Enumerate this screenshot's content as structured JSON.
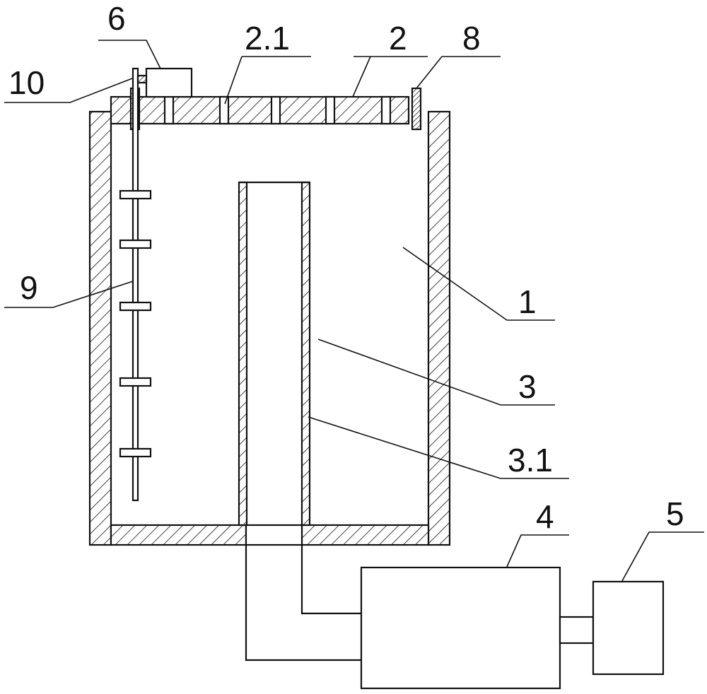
{
  "labels": {
    "l1": "1",
    "l2": "2",
    "l2_1": "2.1",
    "l3": "3",
    "l3_1": "3.1",
    "l4": "4",
    "l5": "5",
    "l6": "6",
    "l8": "8",
    "l9": "9",
    "l10": "10"
  }
}
